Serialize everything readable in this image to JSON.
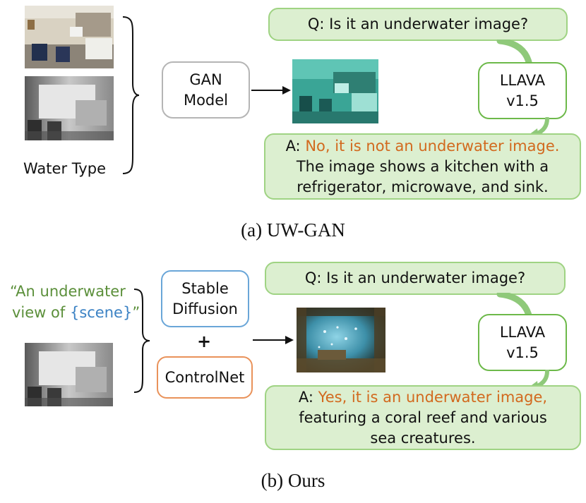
{
  "top": {
    "water_type_label": "Water Type",
    "gan_model": {
      "line1": "GAN",
      "line2": "Model"
    },
    "question": "Q: Is it an underwater image?",
    "llava": {
      "line1": "LLAVA",
      "line2": "v1.5"
    },
    "answer": {
      "prefix": "A: ",
      "highlight": "No, it is not an underwater image.",
      "line2": "The image shows a kitchen with a",
      "line3": "refrigerator, microwave, and sink."
    },
    "caption": "(a) UW-GAN"
  },
  "bottom": {
    "prompt": {
      "open": "“An underwater",
      "line2_pre": "view of ",
      "scene": "{scene}",
      "close": "”"
    },
    "stable_diffusion": {
      "line1": "Stable",
      "line2": "Diffusion"
    },
    "plus": "+",
    "controlnet": "ControlNet",
    "question": "Q: Is it an underwater image?",
    "llava": {
      "line1": "LLAVA",
      "line2": "v1.5"
    },
    "answer": {
      "prefix": "A: ",
      "highlight": "Yes, it is an underwater image,",
      "line2": "featuring a coral reef and various",
      "line3": "sea creatures."
    },
    "caption": "(b) Ours"
  },
  "colors": {
    "answer_highlight": "#d2691e",
    "prompt_green": "#5b8f3a",
    "scene_blue": "#3b82c4",
    "bubble_fill": "#dcefd0",
    "llava_border": "#6db94a",
    "sd_border": "#6aa6d8",
    "controlnet_border": "#e9925a"
  }
}
